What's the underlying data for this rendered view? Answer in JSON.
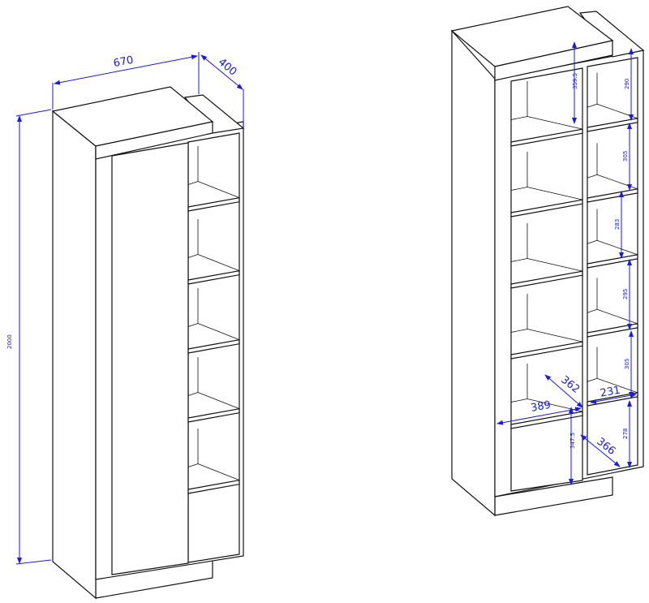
{
  "left_cabinet": {
    "width_label": "670",
    "depth_label": "400",
    "height_label": "2000"
  },
  "right_cabinet": {
    "left_column_heights": [
      "359.5",
      "347.5"
    ],
    "right_column_heights": [
      "290",
      "305",
      "283",
      "295",
      "305",
      "278"
    ],
    "left_shelf_width": "389",
    "left_shelf_depth": "362",
    "right_shelf_width": "231",
    "right_shelf_depth": "366"
  },
  "colors": {
    "dimension": "#1a1ae0",
    "line": "#111111"
  }
}
